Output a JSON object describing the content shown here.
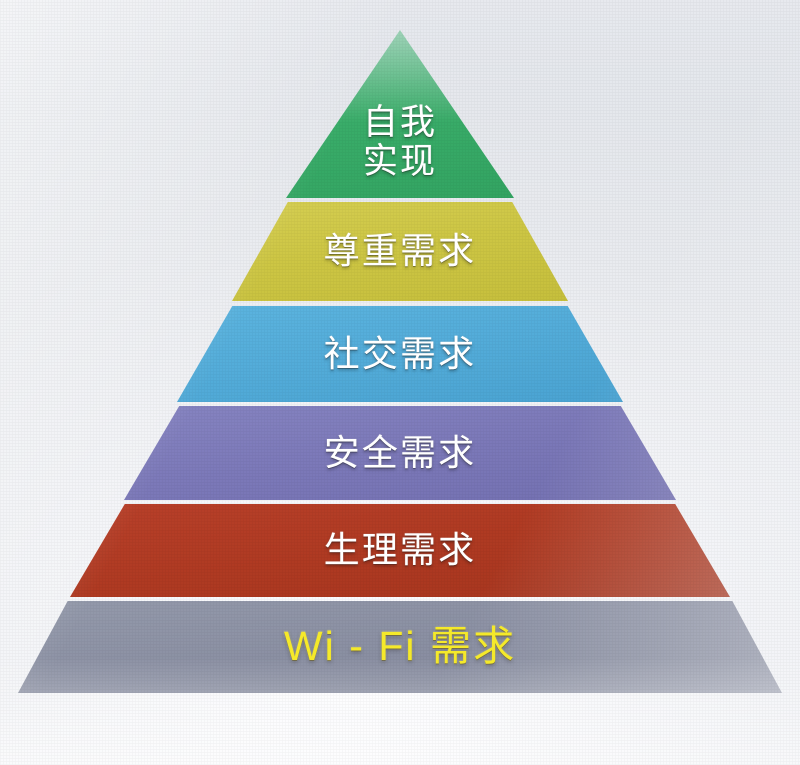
{
  "slide": {
    "kind": "maslow-hierarchy-pyramid-meme",
    "background_color": "#eceef1",
    "tier_count": 6
  },
  "pyramid": {
    "tiers": [
      {
        "id": "self-actualization",
        "label": "自我\n实现",
        "label_plain": "自我实现",
        "shape": "triangle",
        "fill_color": "#39AE69",
        "text_color": "#FFFFFF",
        "level": 1
      },
      {
        "id": "esteem",
        "label": "尊重需求",
        "label_plain": "尊重需求",
        "shape": "trapezoid",
        "fill_color": "#CCC443",
        "text_color": "#FFFFFF",
        "level": 2
      },
      {
        "id": "social",
        "label": "社交需求",
        "label_plain": "社交需求",
        "shape": "trapezoid",
        "fill_color": "#55ACDA",
        "text_color": "#FFFFFF",
        "level": 3
      },
      {
        "id": "safety",
        "label": "安全需求",
        "label_plain": "安全需求",
        "shape": "trapezoid",
        "fill_color": "#7C79B9",
        "text_color": "#FFFFFF",
        "level": 4
      },
      {
        "id": "physiological",
        "label": "生理需求",
        "label_plain": "生理需求",
        "shape": "trapezoid",
        "fill_color": "#AF3A22",
        "text_color": "#FFFFFF",
        "level": 5
      },
      {
        "id": "wifi",
        "label": "Wi - Fi 需求",
        "label_plain": "Wi - Fi 需求",
        "shape": "trapezoid",
        "fill_color": "#8B90A3",
        "text_color": "#F5E92A",
        "level": 6
      }
    ]
  },
  "chart_data": {
    "type": "pyramid",
    "title": "",
    "categories": [
      "自我实现",
      "尊重需求",
      "社交需求",
      "安全需求",
      "生理需求",
      "Wi - Fi 需求"
    ],
    "values": [
      1,
      2,
      3,
      4,
      5,
      6
    ],
    "colors": [
      "#39AE69",
      "#CCC443",
      "#55ACDA",
      "#7C79B9",
      "#AF3A22",
      "#8B90A3"
    ],
    "legend": "none",
    "grid": false,
    "xlabel": "",
    "ylabel": ""
  }
}
